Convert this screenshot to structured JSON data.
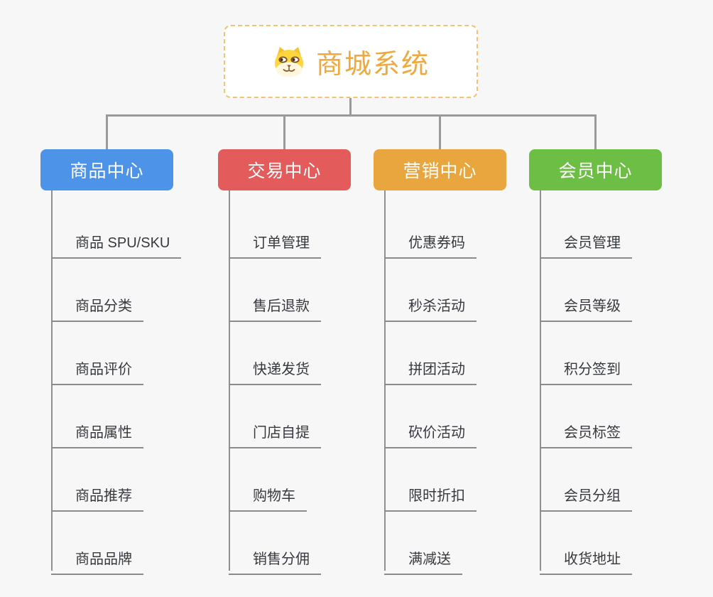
{
  "root": {
    "title": "商城系统",
    "icon": "dog-emoji-icon"
  },
  "colors": {
    "background": "#f7f7f7",
    "root_border": "#f3c273",
    "title_accent": "#efa93f",
    "connector": "#9a9a9a",
    "leaf_text": "#36393d",
    "leaf_underline": "#8b8b8b"
  },
  "branches": [
    {
      "label": "商品中心",
      "color": "#4d94e8",
      "children": [
        "商品 SPU/SKU",
        "商品分类",
        "商品评价",
        "商品属性",
        "商品推荐",
        "商品品牌"
      ]
    },
    {
      "label": "交易中心",
      "color": "#e45b5c",
      "children": [
        "订单管理",
        "售后退款",
        "快递发货",
        "门店自提",
        "购物车",
        "销售分佣"
      ]
    },
    {
      "label": "营销中心",
      "color": "#e9a63e",
      "children": [
        "优惠券码",
        "秒杀活动",
        "拼团活动",
        "砍价活动",
        "限时折扣",
        "满减送"
      ]
    },
    {
      "label": "会员中心",
      "color": "#6cbe45",
      "children": [
        "会员管理",
        "会员等级",
        "积分签到",
        "会员标签",
        "会员分组",
        "收货地址"
      ]
    }
  ]
}
